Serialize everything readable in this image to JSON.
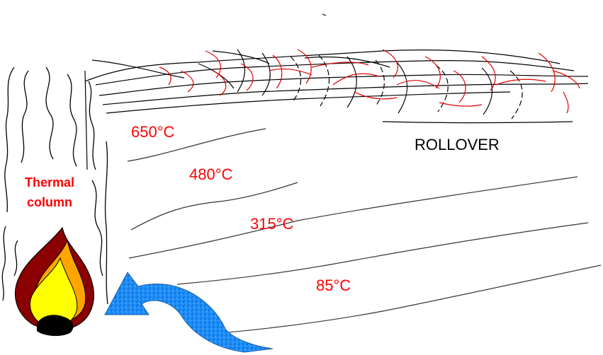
{
  "labels": {
    "t650": "650°C",
    "t480": "480°C",
    "t315": "315°C",
    "t85": "85°C",
    "rollover": "ROLLOVER",
    "thermal_line1": "Thermal",
    "thermal_line2": "column"
  },
  "colors": {
    "temperature_text": "#ff0000",
    "thermal_text": "#ff0000",
    "rollover_text": "#000000",
    "stroke_black": "#000000",
    "stroke_red": "#e00000",
    "flame_outer": "#8b0000",
    "flame_mid": "#ffa500",
    "flame_inner": "#ffff00",
    "flame_base": "#000000",
    "airflow_arrow": "#1e90ff"
  },
  "icons": {
    "flame": "flame-icon",
    "arrow": "airflow-arrow-icon"
  }
}
